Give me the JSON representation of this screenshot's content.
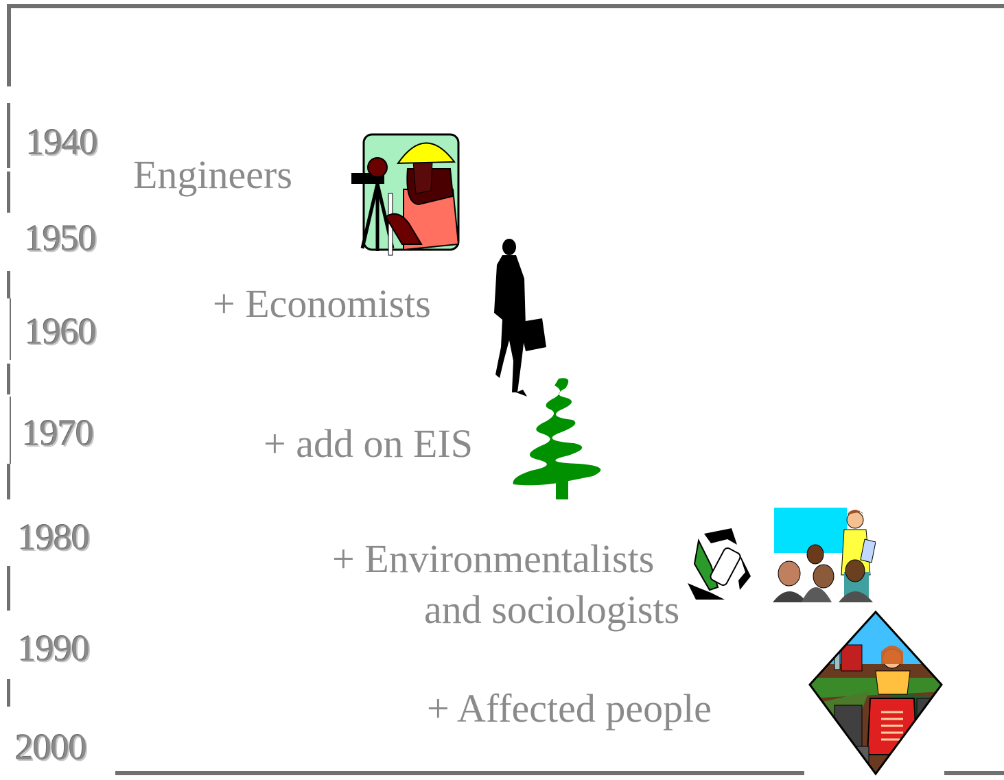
{
  "timeline": {
    "years": [
      "1940",
      "1950",
      "1960",
      "1970",
      "1980",
      "1990",
      "2000"
    ],
    "stages": {
      "engineers": "Engineers",
      "economists": "+ Economists",
      "eis": "+ add on EIS",
      "environmentalists_line1": "+ Environmentalists",
      "environmentalists_line2": "and sociologists",
      "affected": "+ Affected people"
    }
  },
  "icons": {
    "engineer": "surveyor-engineer-icon",
    "economist": "businesswoman-silhouette-icon",
    "eis": "pine-tree-icon",
    "recycle": "recycle-icon",
    "meeting": "presentation-meeting-icon",
    "farmer": "farmer-tractor-icon"
  },
  "colors": {
    "text_gray": "#8a8a8a",
    "frame_gray": "#707070",
    "tree_green": "#008a00",
    "sky_cyan": "#00e0ff"
  }
}
